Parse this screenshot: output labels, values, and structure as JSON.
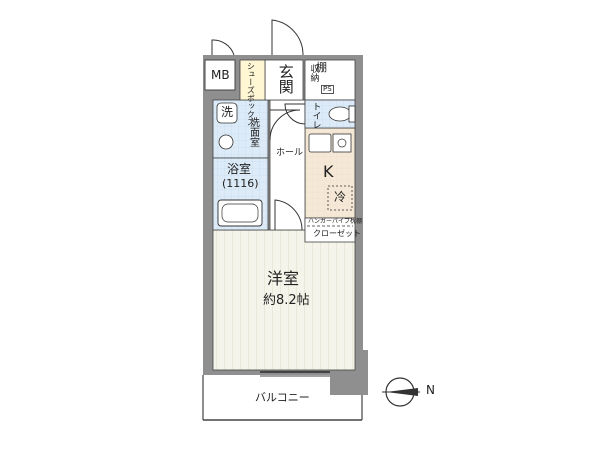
{
  "floorplan": {
    "rooms": {
      "mb": "MB",
      "shoe_box": "シューズボックス",
      "entrance": "玄関",
      "shelf": "棚",
      "storage": "収納",
      "ps": "PS",
      "toilet": "トイレ",
      "washer": "洗",
      "washroom": "洗面室",
      "hall": "ホール",
      "bath": "浴室",
      "bath_size": "(1116)",
      "kitchen": "K",
      "fridge": "冷",
      "hanger_pipe": "ハンガーパイプ枕棚",
      "closet": "クローゼット",
      "western_room": "洋室",
      "western_area": "約8.2帖",
      "balcony": "バルコニー"
    },
    "compass": "N",
    "colors": {
      "wall": "#8f8f8f",
      "kitchen_floor": "#f5e8d6",
      "bath_floor": "#dcebf7",
      "room_floor": "#f5f4ea"
    }
  }
}
